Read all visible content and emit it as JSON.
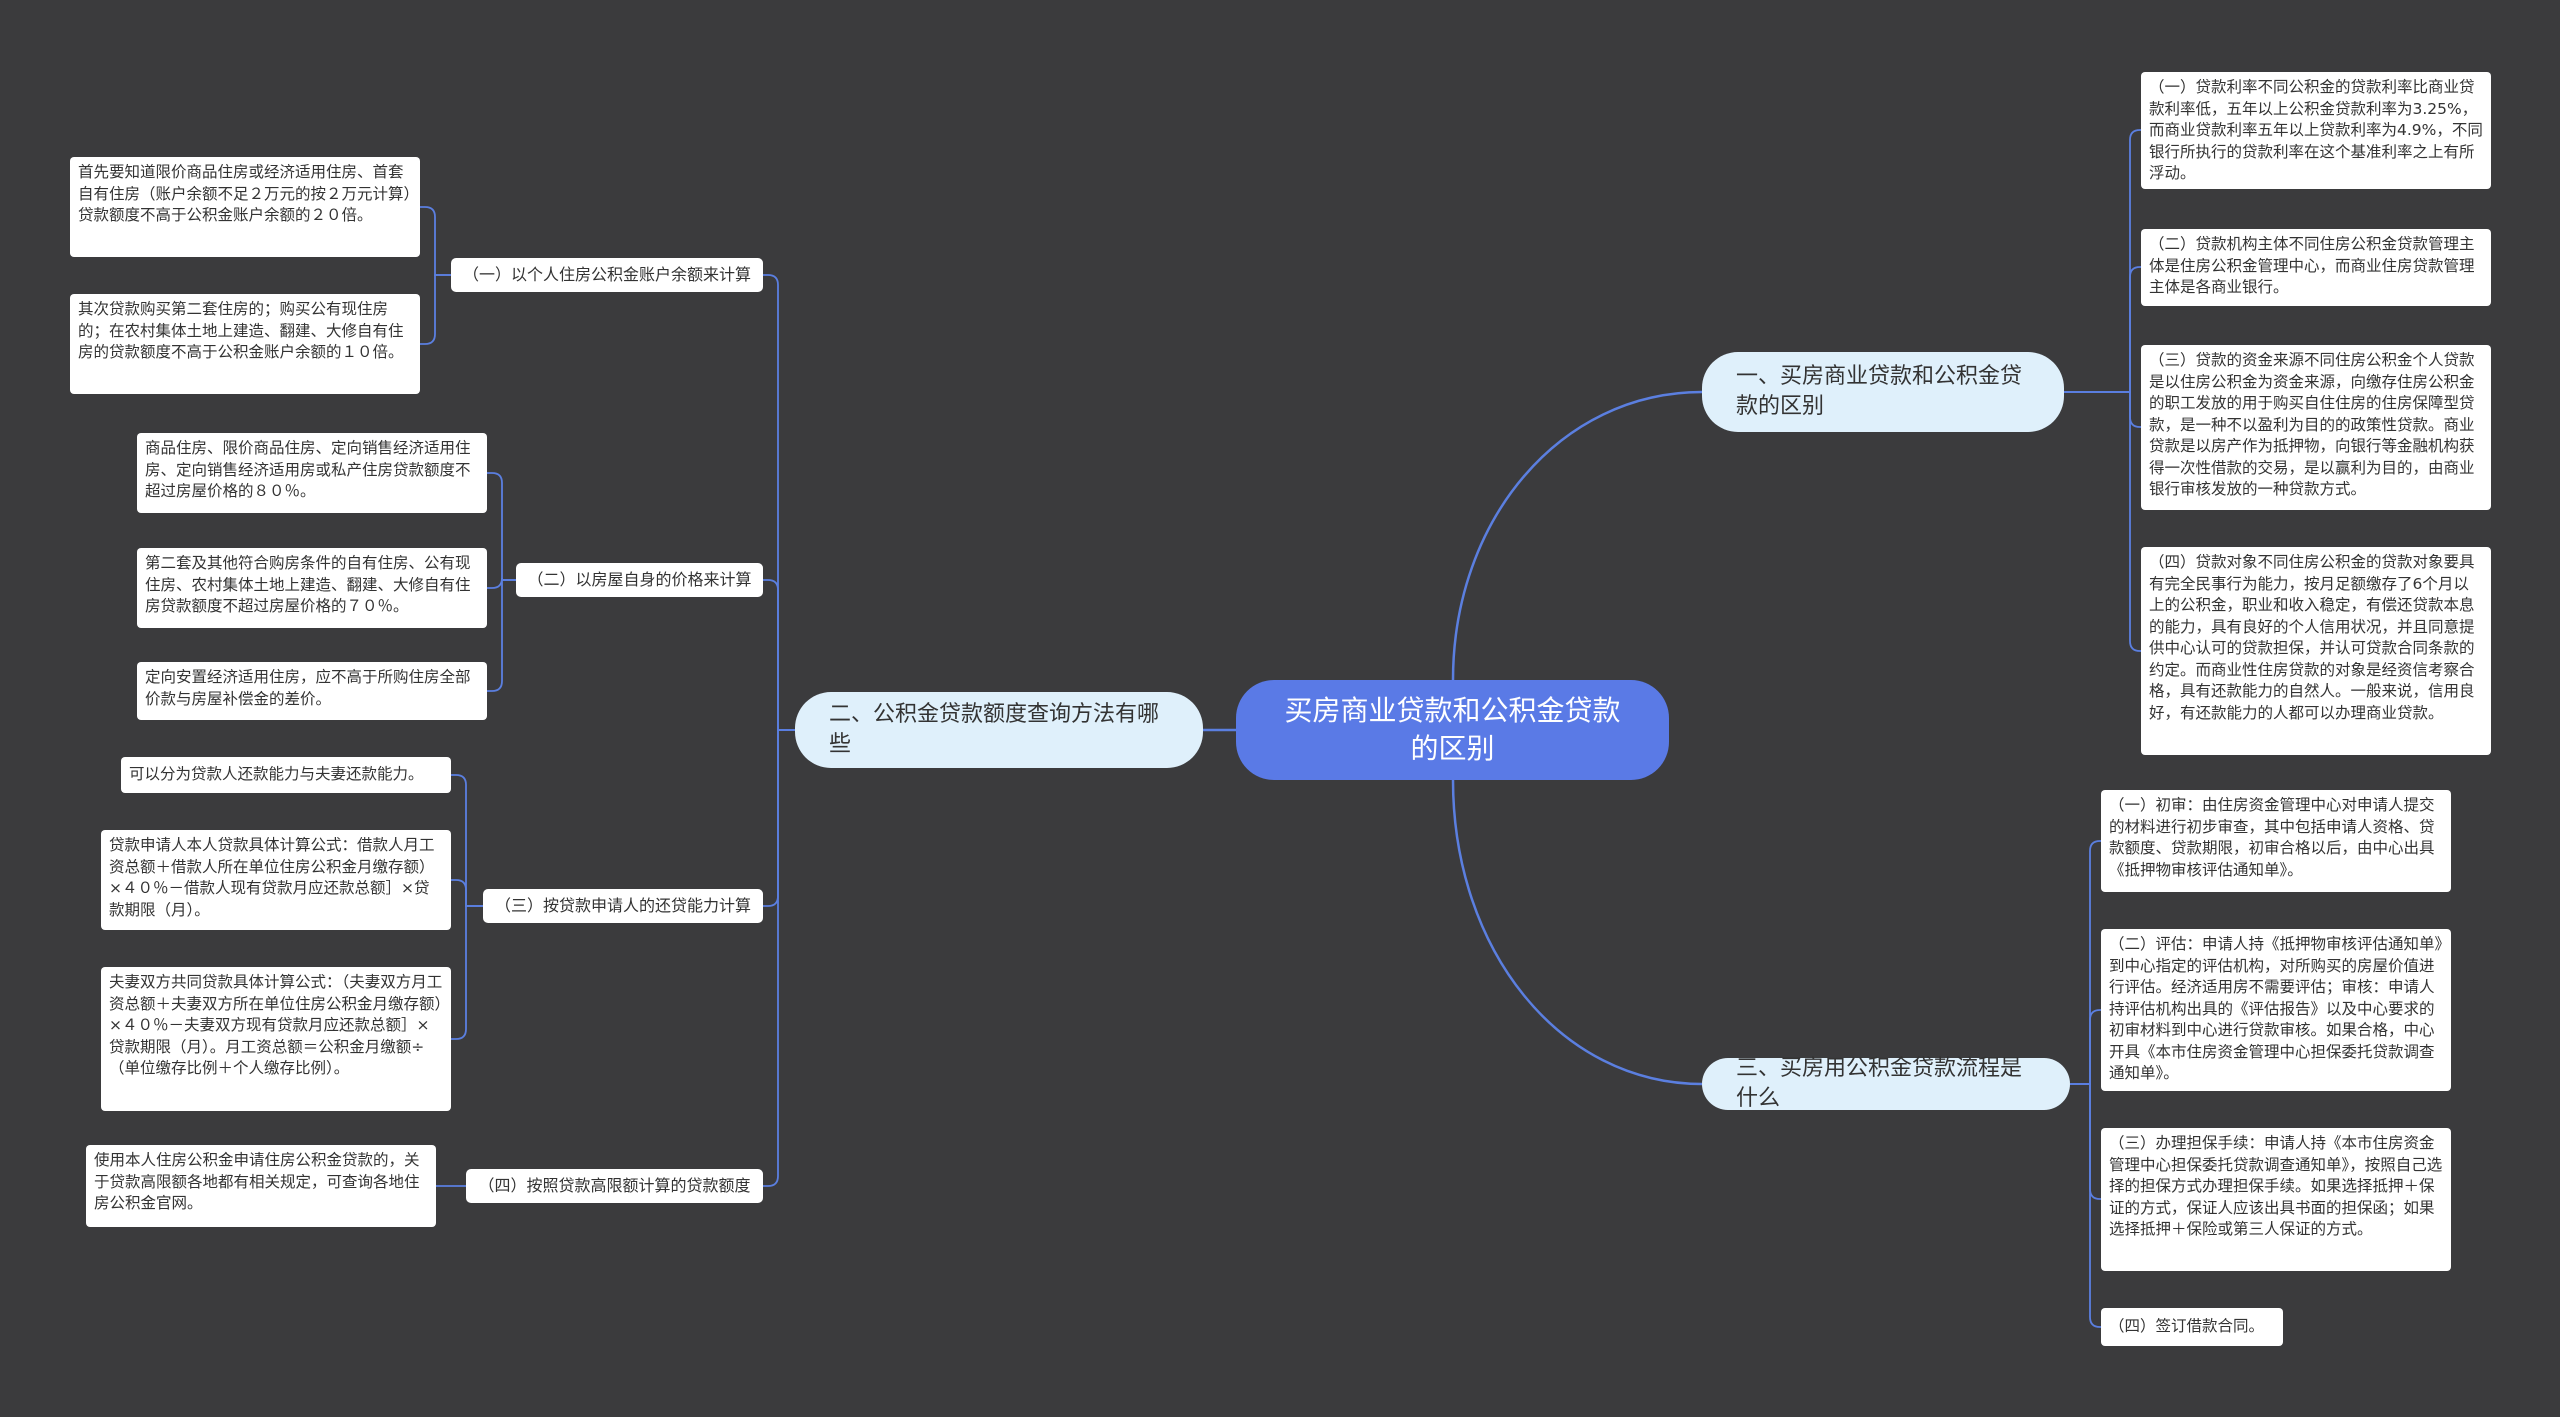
{
  "root": {
    "title": "买房商业贷款和公积金贷款的区别"
  },
  "branches": [
    {
      "title": "一、买房商业贷款和公积金贷款的区别",
      "children": [
        {
          "text": "（一）贷款利率不同公积金的贷款利率比商业贷款利率低，五年以上公积金贷款利率为3.25%，而商业贷款利率五年以上贷款利率为4.9%，不同银行所执行的贷款利率在这个基准利率之上有所浮动。"
        },
        {
          "text": "（二）贷款机构主体不同住房公积金贷款管理主体是住房公积金管理中心，而商业住房贷款管理主体是各商业银行。"
        },
        {
          "text": "（三）贷款的资金来源不同住房公积金个人贷款是以住房公积金为资金来源，向缴存住房公积金的职工发放的用于购买自住住房的住房保障型贷款，是一种不以盈利为目的的政策性贷款。商业贷款是以房产作为抵押物，向银行等金融机构获得一次性借款的交易，是以赢利为目的，由商业银行审核发放的一种贷款方式。"
        },
        {
          "text": "（四）贷款对象不同住房公积金的贷款对象要具有完全民事行为能力，按月足额缴存了6个月以上的公积金，职业和收入稳定，有偿还贷款本息的能力，具有良好的个人信用状况，并且同意提供中心认可的贷款担保，并认可贷款合同条款的约定。而商业性住房贷款的对象是经资信考察合格，具有还款能力的自然人。一般来说，信用良好，有还款能力的人都可以办理商业贷款。"
        }
      ]
    },
    {
      "title": "二、公积金贷款额度查询方法有哪些",
      "children": [
        {
          "text": "（一）以个人住房公积金账户余额来计算",
          "children": [
            {
              "text": "首先要知道限价商品住房或经济适用住房、首套自有住房（账户余额不足２万元的按２万元计算）贷款额度不高于公积金账户余额的２０倍。"
            },
            {
              "text": "其次贷款购买第二套住房的；购买公有现住房的；在农村集体土地上建造、翻建、大修自有住房的贷款额度不高于公积金账户余额的１０倍。"
            }
          ]
        },
        {
          "text": "（二）以房屋自身的价格来计算",
          "children": [
            {
              "text": "商品住房、限价商品住房、定向销售经济适用住房、定向销售经济适用房或私产住房贷款额度不超过房屋价格的８０％。"
            },
            {
              "text": "第二套及其他符合购房条件的自有住房、公有现住房、农村集体土地上建造、翻建、大修自有住房贷款额度不超过房屋价格的７０％。"
            },
            {
              "text": "定向安置经济适用住房，应不高于所购住房全部价款与房屋补偿金的差价。"
            }
          ]
        },
        {
          "text": "（三）按贷款申请人的还贷能力计算",
          "children": [
            {
              "text": "可以分为贷款人还款能力与夫妻还款能力。"
            },
            {
              "text": "贷款申请人本人贷款具体计算公式：借款人月工资总额＋借款人所在单位住房公积金月缴存额）×４０％－借款人现有贷款月应还款总额］×贷款期限（月）。"
            },
            {
              "text": "夫妻双方共同贷款具体计算公式：（夫妻双方月工资总额＋夫妻双方所在单位住房公积金月缴存额）×４０％－夫妻双方现有贷款月应还款总额］×贷款期限（月）。月工资总额＝公积金月缴额÷（单位缴存比例＋个人缴存比例）。"
            }
          ]
        },
        {
          "text": "（四）按照贷款高限额计算的贷款额度",
          "children": [
            {
              "text": "使用本人住房公积金申请住房公积金贷款的，关于贷款高限额各地都有相关规定，可查询各地住房公积金官网。"
            }
          ]
        }
      ]
    },
    {
      "title": "三、买房用公积金贷款流程是什么",
      "children": [
        {
          "text": "（一）初审：由住房资金管理中心对申请人提交的材料进行初步审查，其中包括申请人资格、贷款额度、贷款期限，初审合格以后，由中心出具《抵押物审核评估通知单》。"
        },
        {
          "text": "（二）评估：申请人持《抵押物审核评估通知单》到中心指定的评估机构，对所购买的房屋价值进行评估。经济适用房不需要评估；审核：申请人持评估机构出具的《评估报告》以及中心要求的初审材料到中心进行贷款审核。如果合格，中心开具《本市住房资金管理中心担保委托贷款调查通知单》。"
        },
        {
          "text": "（三）办理担保手续：申请人持《本市住房资金管理中心担保委托贷款调查通知单》，按照自己选择的担保方式办理担保手续。如果选择抵押＋保证的方式，保证人应该出具书面的担保函；如果选择抵押＋保险或第三人保证的方式。"
        },
        {
          "text": "（四）签订借款合同。"
        }
      ]
    }
  ],
  "colors": {
    "background": "#3b3b3d",
    "root": "#5a7ae6",
    "branch": "#dff0fb",
    "line": "#5b7fe0",
    "card": "#ffffff"
  }
}
